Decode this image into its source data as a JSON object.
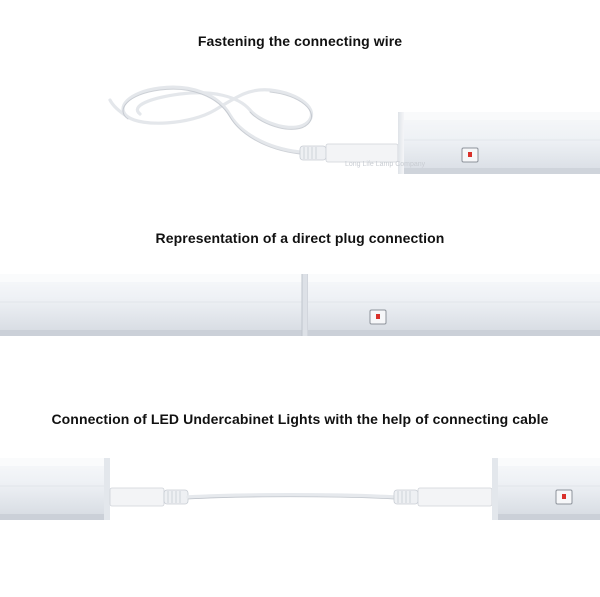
{
  "captions": {
    "fastening": "Fastening the connecting wire",
    "direct_plug": "Representation of a direct plug connection",
    "cable_connection": "Connection of LED Undercabinet Lights with the help of connecting cable"
  },
  "watermark": "Long Life Lamp Company",
  "colors": {
    "background": "#ffffff",
    "caption_text": "#111111",
    "fixture_body": "#eef1f5",
    "fixture_shadow": "#c9ced6",
    "cable": "#e9ecef",
    "switch_red": "#d9312b"
  },
  "icons": [
    "rocker-switch-icon",
    "plug-connector-icon"
  ]
}
